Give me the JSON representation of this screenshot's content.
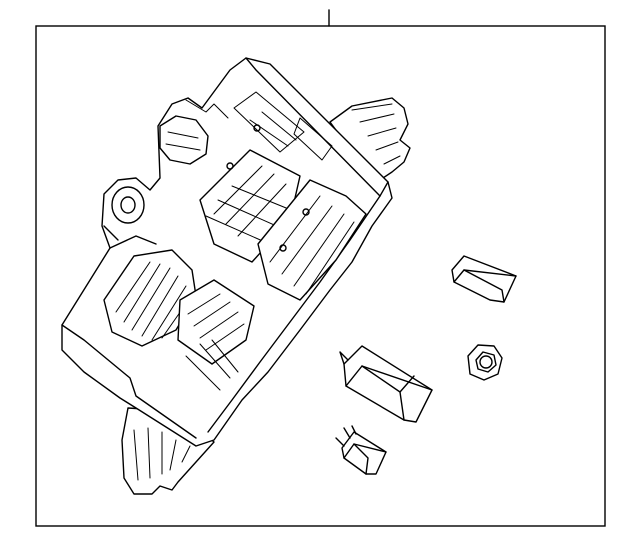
{
  "diagram": {
    "type": "exploded-parts-illustration",
    "background": "#ffffff",
    "line_color": "#000000",
    "parts": [
      {
        "name": "fuse-relay-box"
      },
      {
        "name": "cover-cap"
      },
      {
        "name": "relay-large"
      },
      {
        "name": "relay-small"
      },
      {
        "name": "hex-nut"
      }
    ]
  }
}
